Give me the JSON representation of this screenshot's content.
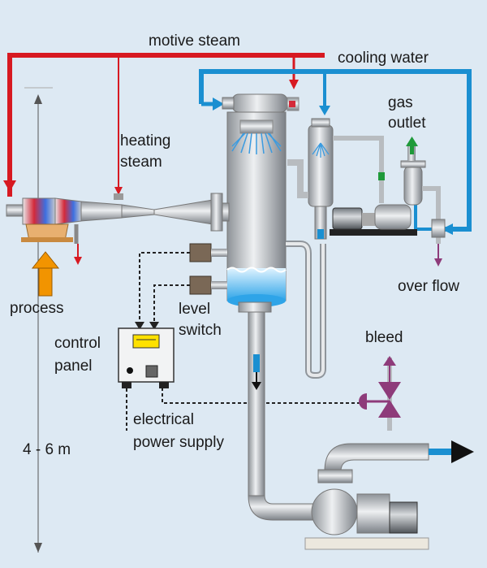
{
  "labels": {
    "motive_steam": "motive steam",
    "cooling_water": "cooling water",
    "gas": "gas",
    "outlet": "outlet",
    "heating": "heating",
    "steam": "steam",
    "process": "process",
    "level": "level",
    "switch": "switch",
    "control": "control",
    "panel": "panel",
    "over_flow": "over flow",
    "bleed": "bleed",
    "electrical": "electrical",
    "power_supply": "power supply",
    "height": "4 - 6 m"
  },
  "colors": {
    "steam_line": "#d71921",
    "water_line": "#1a8fd1",
    "vessel": "#c4c8cc",
    "arrow_process": "#f29400",
    "valve": "#8e3b7a",
    "gas_arrow": "#1f9a3a",
    "background": "#dde9f3"
  }
}
